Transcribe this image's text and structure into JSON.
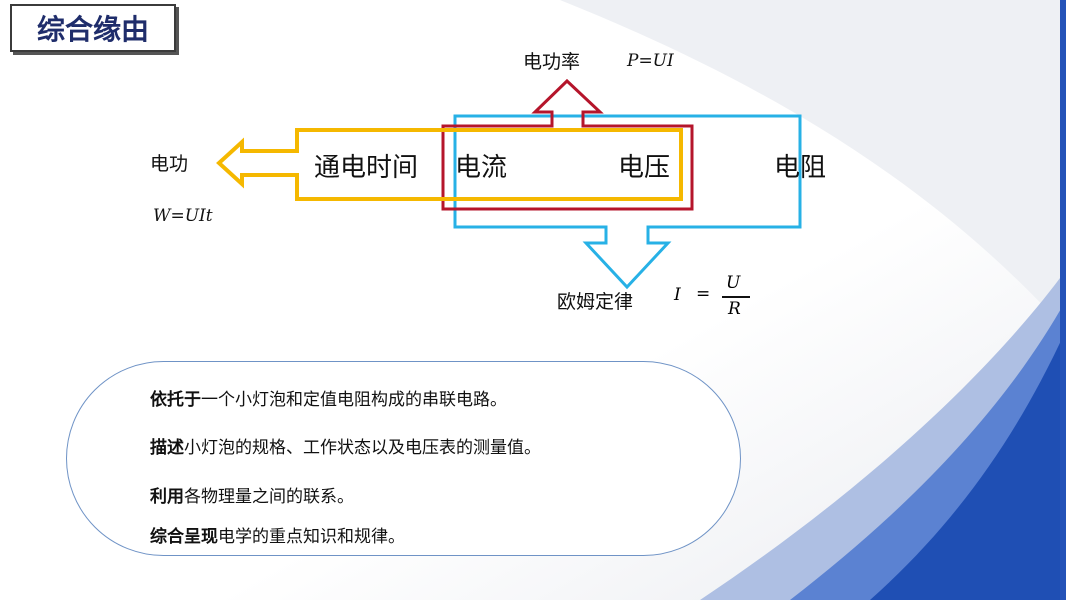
{
  "title": "综合缘由",
  "diagram": {
    "time_label": "通电时间",
    "current_label": "电流",
    "voltage_label": "电压",
    "resistance_label": "电阻",
    "work_label": "电功",
    "work_formula": "W=UIt",
    "power_label": "电功率",
    "power_formula": "P=UI",
    "ohm_label": "欧姆定律",
    "ohm_formula_lhs": "I",
    "ohm_formula_eq": "=",
    "ohm_formula_num": "U",
    "ohm_formula_den": "R",
    "colors": {
      "yellow": "#f5b800",
      "red": "#b5152b",
      "blue": "#27b1e6"
    }
  },
  "notes": [
    {
      "bold": "依托于",
      "text": "一个小灯泡和定值电阻构成的串联电路。"
    },
    {
      "bold": "描述",
      "text": "小灯泡的规格、工作状态以及电压表的测量值。"
    },
    {
      "bold": "利用",
      "text": "各物理量之间的联系。"
    },
    {
      "bold": "综合呈现",
      "text": "电学的重点知识和规律。"
    }
  ],
  "decor_colors": {
    "dark_blue": "#1f4fb4",
    "mid_blue": "#3f6ec9",
    "light_blue": "#9fb6e0"
  }
}
